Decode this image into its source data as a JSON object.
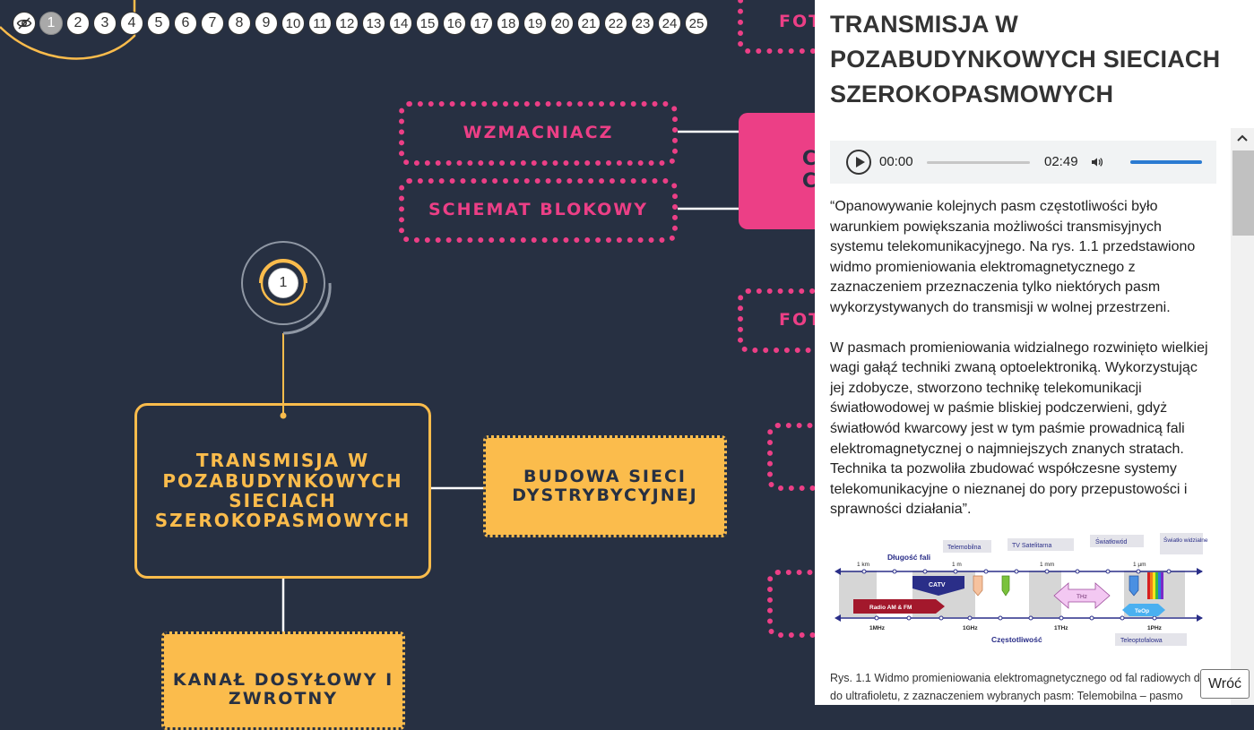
{
  "pager": {
    "eye_icon": "eye-off-icon",
    "active": "1",
    "pages": [
      "1",
      "2",
      "3",
      "4",
      "5",
      "6",
      "7",
      "8",
      "9",
      "10",
      "11",
      "12",
      "13",
      "14",
      "15",
      "16",
      "17",
      "18",
      "19",
      "20",
      "21",
      "22",
      "23",
      "24",
      "25"
    ]
  },
  "mindmap": {
    "root": "TRANSMISJA W POZABUDYNKOWYCH SIECIACH SZEROKOPASMOWYCH",
    "badge": "1",
    "nodes": {
      "wzmacniacz": "WZMACNIACZ",
      "schemat": "SCHEMAT BLOKOWY",
      "budowa": "BUDOWA SIECI DYSTRYBYCYJNEJ",
      "kanal": "KANAŁ DOSYŁOWY I ZWROTNY",
      "fot_top": "FOT",
      "fot_mid": "FOT",
      "pink_partial": "C C"
    },
    "colors": {
      "background": "#273042",
      "pink": "#ec3f86",
      "yellow": "#fbbc4c"
    }
  },
  "panel": {
    "title": "TRANSMISJA W POZABUDYNKOWYCH SIECIACH SZEROKOPASMOWYCH",
    "audio": {
      "current": "00:00",
      "duration": "02:49"
    },
    "paragraphs": [
      "“Opanowywanie kolejnych pasm częstotliwości było warunkiem powiększania możliwości transmisyjnych systemu telekomunikacyjnego. Na rys. 1.1 przedstawiono widmo promieniowania elektromagnetycznego z zaznaczeniem przeznaczenia tylko niektórych pasm wykorzystywanych do transmisji w wolnej przestrzeni.",
      "W pasmach promieniowania widzialnego rozwinięto wielkiej wagi gałąź techniki zwaną optoelektroniką. Wykorzystując jej zdobycze, stworzono technikę telekomunikacji światłowodowej w paśmie bliskiej podczerwieni, gdyż światłowód kwarcowy jest w tym paśmie prowadnicą fali elektromagnetycznej o najmniejszych znanych stratach. Technika ta pozwoliła zbudować współczesne systemy telekomunikacyjne o nieznanej do pory przepustowości i sprawności działania”."
    ],
    "figure": {
      "dlugosc_fali": "Długość fali",
      "czestotliwosc": "Częstotliwość",
      "wl_ticks": [
        "1 km",
        "1 m",
        "1 mm",
        "1 µm"
      ],
      "freq_ticks": [
        "1MHz",
        "1GHz",
        "1THz",
        "1PHz"
      ],
      "labels": {
        "telemobilna": "Telemobilna",
        "tv_sat": "TV Satelitarna",
        "swiatlowod": "Światłowód",
        "swiatlo": "Światło widzialne",
        "catv": "CATV",
        "radio": "Radio AM & FM",
        "thz": "THz",
        "teop": "TeOp",
        "teleopt": "Teleoptofalowa"
      }
    },
    "caption_lines": [
      "Rys. 1.1 Widmo promieniowania elektromagnetycznego od fal radiowych długich",
      "do ultrafioletu, z zaznaczeniem wybranych pasm: Telemobilna – pasmo"
    ],
    "back_label": "Wróć"
  }
}
